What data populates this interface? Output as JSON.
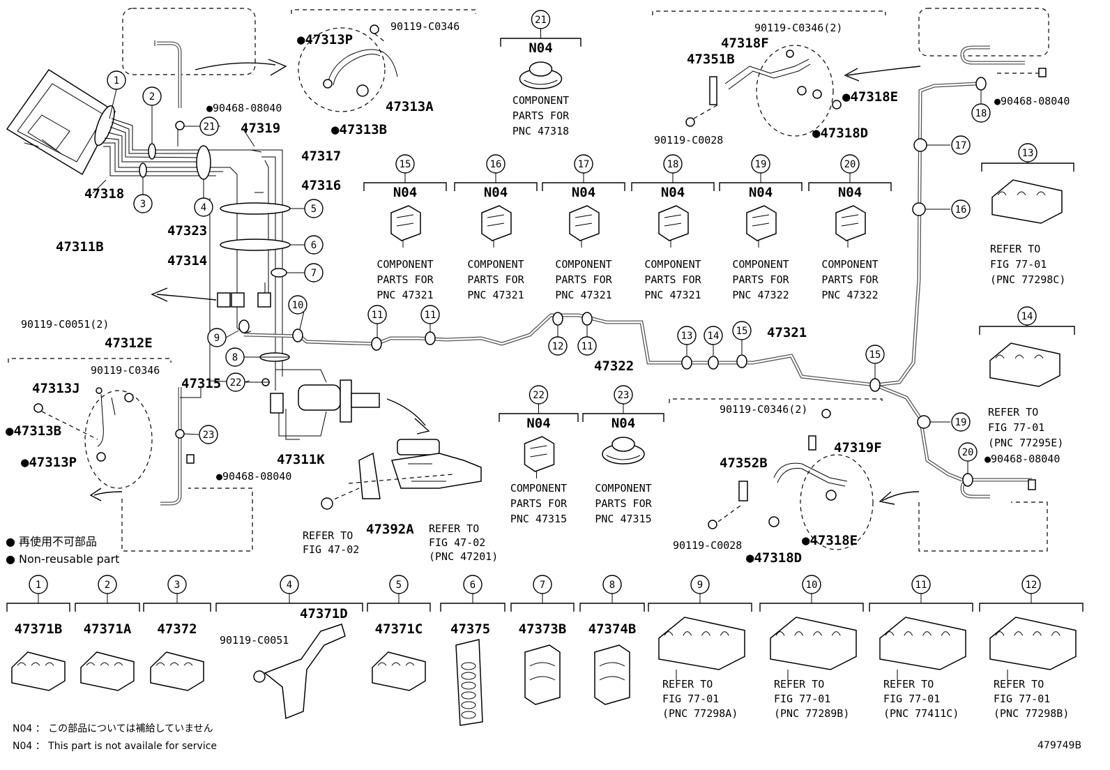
{
  "diagram": {
    "main_labels": {
      "l47319": "47319",
      "l47317": "47317",
      "l47316": "47316",
      "l47323": "47323",
      "l47314": "47314",
      "l47318": "47318",
      "l47315": "47315",
      "l47311K": "47311K",
      "l47321": "47321",
      "l47322": "47322",
      "l47392A": "47392A",
      "l47311B": "47311B",
      "l47312E": "47312E",
      "l90119_C0051_2": "90119-C0051(2)",
      "l90119_C0346_a": "90119-C0346",
      "l47313P_a": "●47313P",
      "l47313A": "47313A",
      "l47313B_a": "●47313B",
      "l90468_08040_a": "●90468-08040",
      "l90119_C0346_b": "90119-C0346",
      "l47313J": "47313J",
      "l47313B_b": "●47313B",
      "l47313P_b": "●47313P",
      "l90468_08040_b": "●90468-08040",
      "l90119_C0346_2a": "90119-C0346(2)",
      "l47318F": "47318F",
      "l47351B": "47351B",
      "l47318E_a": "●47318E",
      "l90119_C0028_a": "90119-C0028",
      "l47318D_a": "●47318D",
      "l90468_08040_c": "●90468-08040",
      "l90119_C0346_2b": "90119-C0346(2)",
      "l47319F": "47319F",
      "l47352B": "47352B",
      "l47318E_b": "●47318E",
      "l90119_C0028_b": "90119-C0028",
      "l47318D_b": "●47318D",
      "l90468_08040_d": "●90468-08040",
      "refer_fig4702_a1": "REFER TO",
      "refer_fig4702_a2": "FIG 47-02",
      "refer_fig4702_b1": "REFER TO",
      "refer_fig4702_b2": "FIG 47-02",
      "refer_fig4702_b3": "(PNC 47201)"
    },
    "callouts": {
      "c1": "1",
      "c2": "2",
      "c3": "3",
      "c4": "4",
      "c5": "5",
      "c6": "6",
      "c7": "7",
      "c8": "8",
      "c9": "9",
      "c10": "10",
      "c11a": "11",
      "c11b": "11",
      "c11c": "11",
      "c12": "12",
      "c13": "13",
      "c14": "14",
      "c15a": "15",
      "c15b": "15",
      "c16": "16",
      "c17": "17",
      "c18": "18",
      "c19": "19",
      "c20": "20",
      "c21": "21",
      "c22": "22",
      "c23": "23"
    },
    "component_boxes": [
      {
        "num": "21",
        "code": "N04",
        "l1": "COMPONENT",
        "l2": "PARTS FOR",
        "l3": "PNC 47318"
      },
      {
        "num": "15",
        "code": "N04",
        "l1": "COMPONENT",
        "l2": "PARTS FOR",
        "l3": "PNC 47321"
      },
      {
        "num": "16",
        "code": "N04",
        "l1": "COMPONENT",
        "l2": "PARTS FOR",
        "l3": "PNC 47321"
      },
      {
        "num": "17",
        "code": "N04",
        "l1": "COMPONENT",
        "l2": "PARTS FOR",
        "l3": "PNC 47321"
      },
      {
        "num": "18",
        "code": "N04",
        "l1": "COMPONENT",
        "l2": "PARTS FOR",
        "l3": "PNC 47321"
      },
      {
        "num": "19",
        "code": "N04",
        "l1": "COMPONENT",
        "l2": "PARTS FOR",
        "l3": "PNC 47322"
      },
      {
        "num": "20",
        "code": "N04",
        "l1": "COMPONENT",
        "l2": "PARTS FOR",
        "l3": "PNC 47322"
      },
      {
        "num": "22",
        "code": "N04",
        "l1": "COMPONENT",
        "l2": "PARTS FOR",
        "l3": "PNC 47315"
      },
      {
        "num": "23",
        "code": "N04",
        "l1": "COMPONENT",
        "l2": "PARTS FOR",
        "l3": "PNC 47315"
      }
    ],
    "refer_boxes": [
      {
        "num": "13",
        "l1": "REFER TO",
        "l2": "FIG 77-01",
        "l3": "(PNC 77298C)"
      },
      {
        "num": "14",
        "l1": "REFER TO",
        "l2": "FIG 77-01",
        "l3": "(PNC 77295E)"
      }
    ],
    "bottom_items": [
      {
        "num": "1",
        "part": "47371B"
      },
      {
        "num": "2",
        "part": "47371A"
      },
      {
        "num": "3",
        "part": "47372"
      },
      {
        "num": "4",
        "part": "47371D",
        "bolt": "90119-C0051"
      },
      {
        "num": "5",
        "part": "47371C"
      },
      {
        "num": "6",
        "part": "47375"
      },
      {
        "num": "7",
        "part": "47373B"
      },
      {
        "num": "8",
        "part": "47374B"
      },
      {
        "num": "9",
        "l1": "REFER TO",
        "l2": "FIG 77-01",
        "l3": "(PNC 77298A)"
      },
      {
        "num": "10",
        "l1": "REFER TO",
        "l2": "FIG 77-01",
        "l3": "(PNC 77289B)"
      },
      {
        "num": "11",
        "l1": "REFER TO",
        "l2": "FIG 77-01",
        "l3": "(PNC 77411C)"
      },
      {
        "num": "12",
        "l1": "REFER TO",
        "l2": "FIG 77-01",
        "l3": "(PNC 77298B)"
      }
    ],
    "legend": {
      "jp": "● 再使用不可部品",
      "en": "● Non-reusable part"
    },
    "footnotes": {
      "jp": "N04 ： この部品については補給していません",
      "en": "N04 ： This part is not availale for service"
    },
    "figure_id": "479749B"
  }
}
